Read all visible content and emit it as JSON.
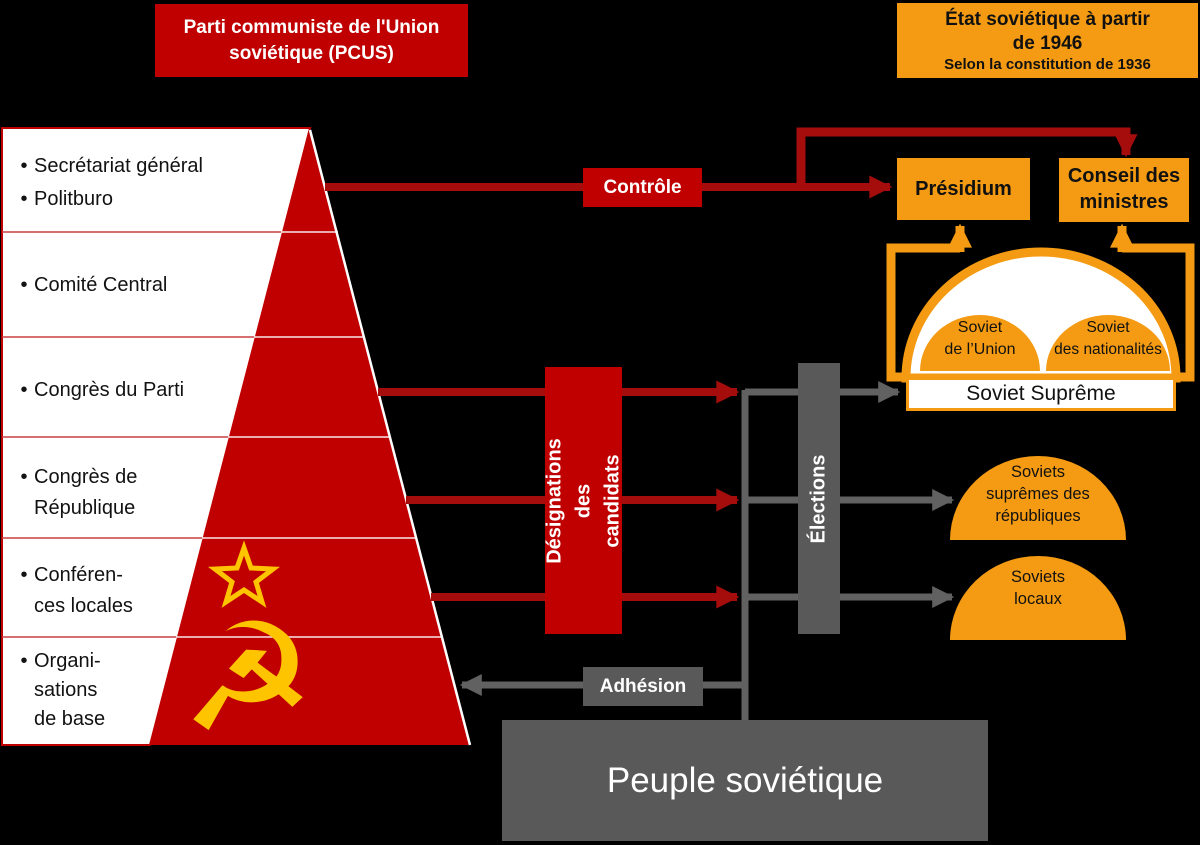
{
  "header": {
    "party_box": {
      "title": "Parti communiste de l'Union\nsoviétique (PCUS)"
    },
    "state_box": {
      "title": "État soviétique à partir\nde 1946",
      "subtitle": "Selon la constitution de 1936"
    }
  },
  "pyramid": {
    "bullet": "•",
    "rows": [
      {
        "items": [
          {
            "text": "Secrétariat général"
          },
          {
            "text": "Politburo"
          }
        ]
      },
      {
        "items": [
          {
            "text": "Comité Central"
          }
        ]
      },
      {
        "items": [
          {
            "text": "Congrès du Parti"
          }
        ]
      },
      {
        "items": [
          {
            "text": "Congrès de\nRépublique"
          }
        ]
      },
      {
        "items": [
          {
            "text": "Conféren-\nces locales"
          }
        ]
      },
      {
        "items": [
          {
            "text": "Organi-\nsations\nde base"
          }
        ]
      }
    ],
    "icons": {
      "star": "outlined-soviet-star-shape",
      "hammer_sickle_glyph": "☭"
    }
  },
  "flows": {
    "controle": "Contrôle",
    "designations": "Désignations des\ncandidats",
    "elections": "Élections",
    "adhesion": "Adhésion"
  },
  "state": {
    "presidium": "Présidium",
    "conseil": "Conseil des\nministres",
    "soviet_supreme": "Soviet Suprême",
    "soviet_union": "Soviet\nde l’Union",
    "soviet_nationalites": "Soviet\ndes nationalités",
    "soviets_republiques": "Soviets\nsuprêmes des\nrépubliques",
    "soviets_locaux": "Soviets\nlocaux"
  },
  "peuple": "Peuple soviétique",
  "colors": {
    "party_red": "#C00000",
    "arrow_dark_red": "#A50D0D",
    "state_orange": "#F49B13",
    "gray": "#595959",
    "gray_line": "#616161",
    "gold": "#FFC400",
    "background": "#000000"
  }
}
